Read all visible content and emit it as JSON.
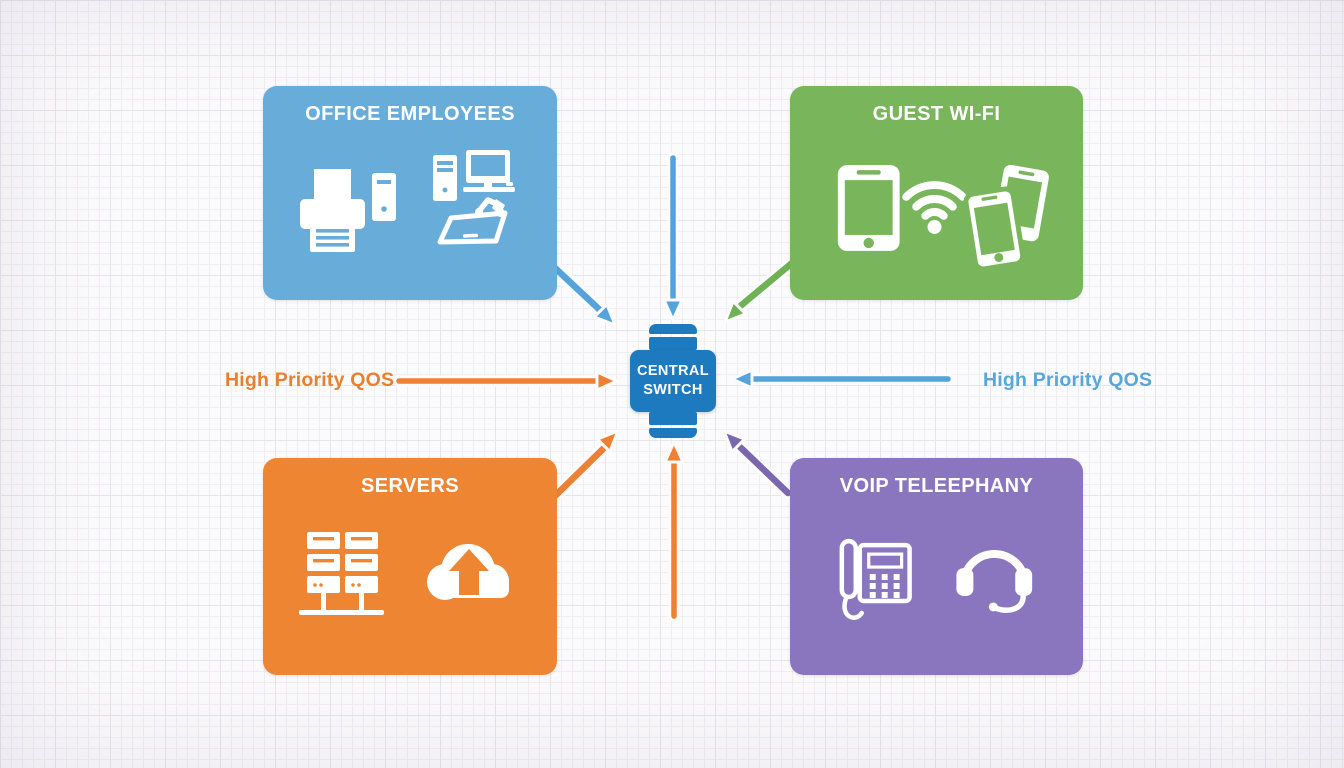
{
  "colors": {
    "bg": "#fbfafc",
    "grid_minor": "#f0eef3",
    "grid_major": "#e7e4ec",
    "office": "#68acda",
    "guest": "#79b55a",
    "servers": "#ee8533",
    "voip": "#8a75bf",
    "switch": "#1e7abf",
    "arrow_blue": "#55a3da",
    "arrow_green": "#6fb253",
    "arrow_orange": "#ed8032",
    "arrow_purple": "#7b67b0",
    "qos_left": "#e8802f",
    "qos_right": "#58a6da"
  },
  "nodes": {
    "office": {
      "title": "OFFICE EMPLOYEES",
      "icons": [
        "printer-icon",
        "tower-pc-icon",
        "workstation-icon",
        "drawing-tablet-icon"
      ]
    },
    "guest": {
      "title": "GUEST WI-FI",
      "icons": [
        "smartphone-icon",
        "wifi-icon",
        "phones-pair-icon"
      ]
    },
    "servers": {
      "title": "SERVERS",
      "icons": [
        "server-rack-icon",
        "cloud-upload-icon"
      ]
    },
    "voip": {
      "title": "VOIP TELEEPHANY",
      "icons": [
        "desk-phone-icon",
        "headset-icon"
      ]
    }
  },
  "center": {
    "line1": "CENTRAL",
    "line2": "SWITCH"
  },
  "labels": {
    "left_qos": {
      "text": "High Priority QOS"
    },
    "right_qos": {
      "text": "High Priority QOS"
    }
  },
  "connections": [
    {
      "from": "office-employees",
      "to": "central-switch",
      "color": "#55a3da",
      "direction": "diagonal-down-right"
    },
    {
      "from": "top",
      "to": "central-switch",
      "color": "#55a3da",
      "direction": "vertical-down"
    },
    {
      "from": "guest-wifi",
      "to": "central-switch",
      "color": "#6fb253",
      "direction": "diagonal-down-left"
    },
    {
      "from": "high-priority-qos-left",
      "to": "central-switch",
      "color": "#ed8032",
      "direction": "horizontal-right"
    },
    {
      "from": "high-priority-qos-right",
      "to": "central-switch",
      "color": "#55a3da",
      "direction": "horizontal-left"
    },
    {
      "from": "servers",
      "to": "central-switch",
      "color": "#ed8032",
      "direction": "diagonal-up-right"
    },
    {
      "from": "bottom",
      "to": "central-switch",
      "color": "#ed8032",
      "direction": "vertical-up"
    },
    {
      "from": "voip-telephony",
      "to": "central-switch",
      "color": "#7b67b0",
      "direction": "diagonal-up-left"
    }
  ]
}
